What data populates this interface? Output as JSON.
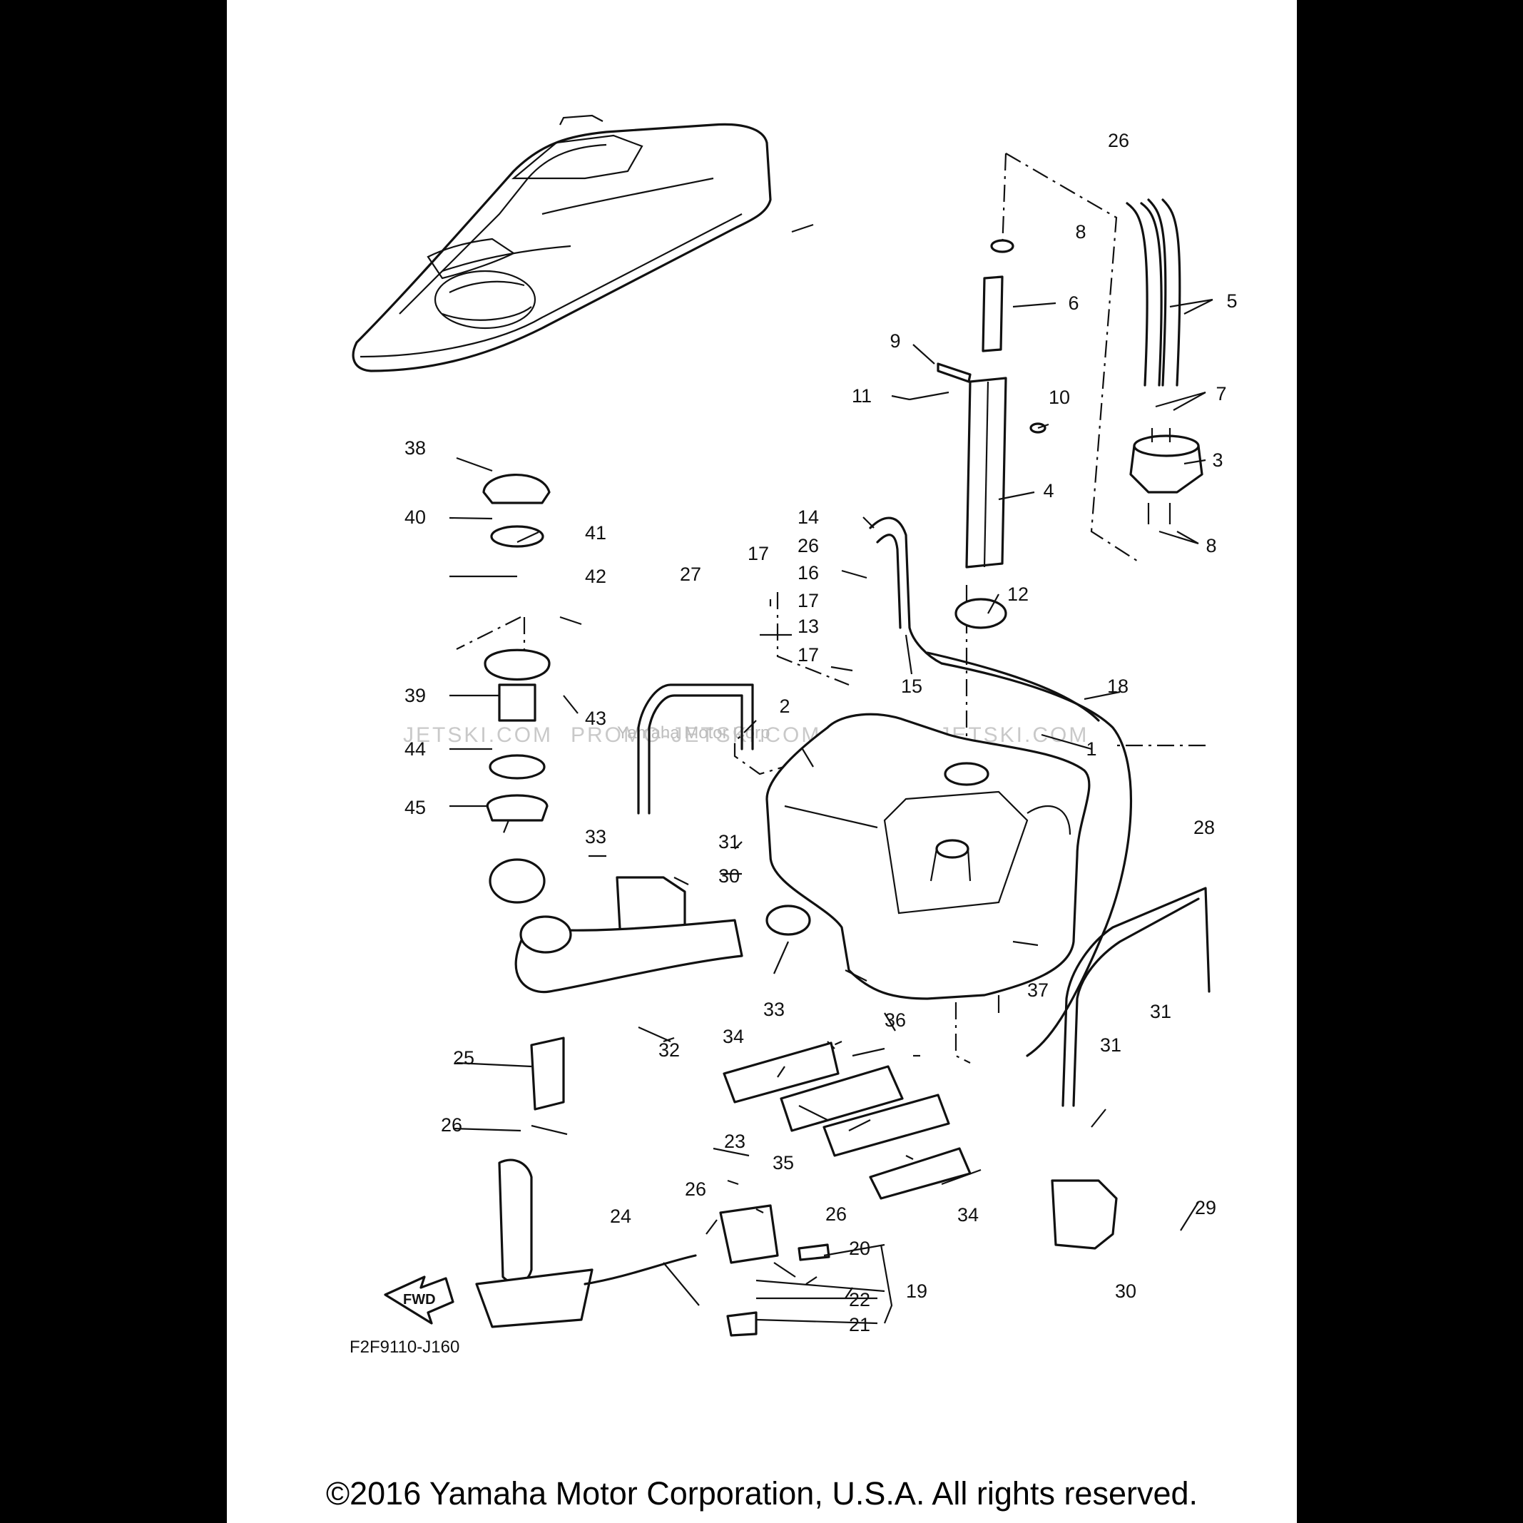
{
  "diagram": {
    "reference_code": "F2F9110-J160",
    "fwd_label": "FWD",
    "watermarks": [
      "JETSKI.COM",
      "PROMO-JETSKI.COM",
      "PROMO-JETSKI.COM"
    ],
    "overlay_text": "Yamaha Motor Corp",
    "callouts": [
      "1",
      "2",
      "3",
      "4",
      "5",
      "6",
      "7",
      "8",
      "8",
      "9",
      "10",
      "11",
      "12",
      "13",
      "14",
      "15",
      "16",
      "17",
      "17",
      "17",
      "18",
      "19",
      "20",
      "21",
      "22",
      "23",
      "24",
      "25",
      "26",
      "26",
      "26",
      "26",
      "26",
      "27",
      "28",
      "29",
      "30",
      "30",
      "31",
      "31",
      "31",
      "32",
      "33",
      "33",
      "34",
      "34",
      "35",
      "36",
      "37",
      "38",
      "39",
      "40",
      "41",
      "42",
      "43",
      "44",
      "45"
    ]
  },
  "copyright": "©2016 Yamaha Motor Corporation, U.S.A. All rights reserved."
}
